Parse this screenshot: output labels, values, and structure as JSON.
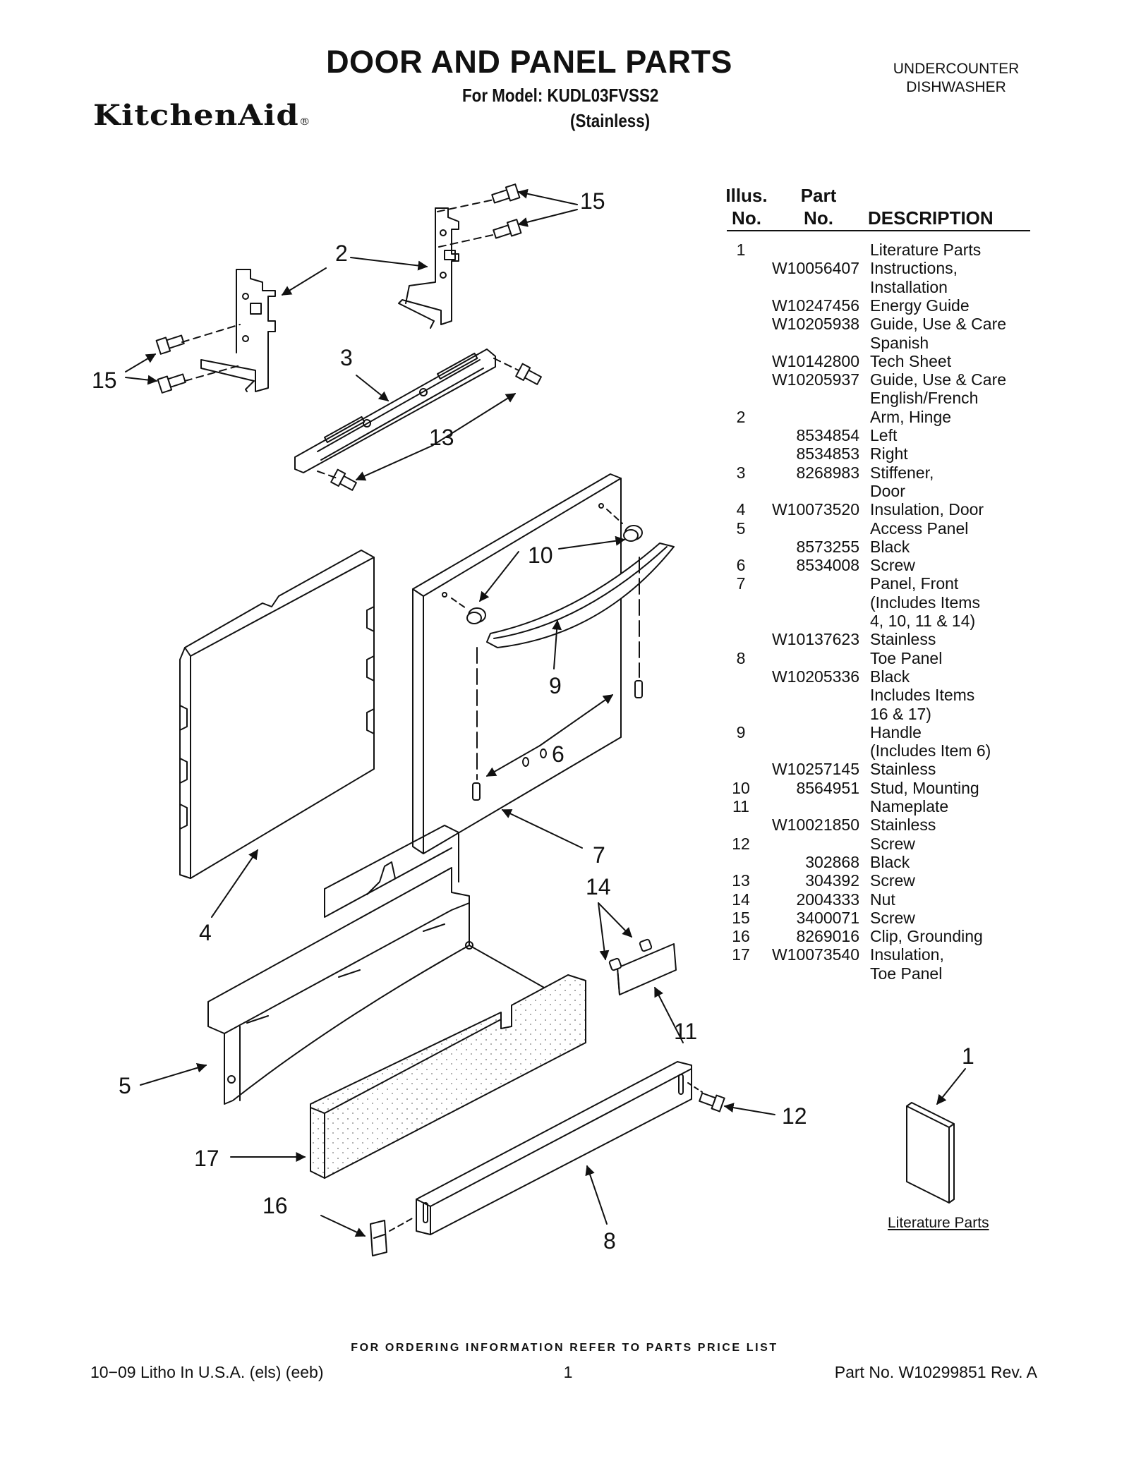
{
  "header": {
    "title": "DOOR AND PANEL PARTS",
    "model_line": "For Model: KUDL03FVSS2",
    "variant": "(Stainless)",
    "appliance_type_line1": "UNDERCOUNTER",
    "appliance_type_line2": "DISHWASHER",
    "brand": "KitchenAid",
    "brand_mark": "®"
  },
  "table": {
    "headers": {
      "illus_line1": "Illus.",
      "illus_line2": "No.",
      "part_line1": "Part",
      "part_line2": "No.",
      "description": "DESCRIPTION"
    },
    "rows": [
      {
        "illus": "1",
        "part": "",
        "desc": "Literature Parts"
      },
      {
        "illus": "",
        "part": "W10056407",
        "desc": "Instructions,"
      },
      {
        "illus": "",
        "part": "",
        "desc": "Installation"
      },
      {
        "illus": "",
        "part": "W10247456",
        "desc": "Energy Guide"
      },
      {
        "illus": "",
        "part": "W10205938",
        "desc": "Guide, Use & Care"
      },
      {
        "illus": "",
        "part": "",
        "desc": "Spanish"
      },
      {
        "illus": "",
        "part": "W10142800",
        "desc": "Tech Sheet"
      },
      {
        "illus": "",
        "part": "W10205937",
        "desc": "Guide, Use & Care"
      },
      {
        "illus": "",
        "part": "",
        "desc": "English/French"
      },
      {
        "illus": "2",
        "part": "",
        "desc": "Arm, Hinge"
      },
      {
        "illus": "",
        "part": "8534854",
        "desc": "Left"
      },
      {
        "illus": "",
        "part": "8534853",
        "desc": "Right"
      },
      {
        "illus": "3",
        "part": "8268983",
        "desc": "Stiffener,"
      },
      {
        "illus": "",
        "part": "",
        "desc": "Door"
      },
      {
        "illus": "4",
        "part": "W10073520",
        "desc": "Insulation, Door"
      },
      {
        "illus": "5",
        "part": "",
        "desc": "Access Panel"
      },
      {
        "illus": "",
        "part": "8573255",
        "desc": "Black"
      },
      {
        "illus": "6",
        "part": "8534008",
        "desc": "Screw"
      },
      {
        "illus": "7",
        "part": "",
        "desc": "Panel, Front"
      },
      {
        "illus": "",
        "part": "",
        "desc": "(Includes Items"
      },
      {
        "illus": "",
        "part": "",
        "desc": "4, 10, 11 & 14)"
      },
      {
        "illus": "",
        "part": "W10137623",
        "desc": "Stainless"
      },
      {
        "illus": "8",
        "part": "",
        "desc": "Toe Panel"
      },
      {
        "illus": "",
        "part": "W10205336",
        "desc": "Black"
      },
      {
        "illus": "",
        "part": "",
        "desc": "Includes Items"
      },
      {
        "illus": "",
        "part": "",
        "desc": "16 & 17)"
      },
      {
        "illus": "9",
        "part": "",
        "desc": "Handle"
      },
      {
        "illus": "",
        "part": "",
        "desc": "(Includes Item 6)"
      },
      {
        "illus": "",
        "part": "W10257145",
        "desc": "Stainless"
      },
      {
        "illus": "10",
        "part": "8564951",
        "desc": "Stud, Mounting"
      },
      {
        "illus": "11",
        "part": "",
        "desc": "Nameplate"
      },
      {
        "illus": "",
        "part": "W10021850",
        "desc": "Stainless"
      },
      {
        "illus": "12",
        "part": "",
        "desc": "Screw"
      },
      {
        "illus": "",
        "part": "302868",
        "desc": "Black"
      },
      {
        "illus": "13",
        "part": "304392",
        "desc": "Screw"
      },
      {
        "illus": "14",
        "part": "2004333",
        "desc": "Nut"
      },
      {
        "illus": "15",
        "part": "3400071",
        "desc": "Screw"
      },
      {
        "illus": "16",
        "part": "8269016",
        "desc": "Clip, Grounding"
      },
      {
        "illus": "17",
        "part": "W10073540",
        "desc": "Insulation,"
      },
      {
        "illus": "",
        "part": "",
        "desc": "Toe Panel"
      }
    ]
  },
  "diagram": {
    "callouts": {
      "c15a": "15",
      "c2": "2",
      "c15b": "15",
      "c3": "3",
      "c13": "13",
      "c10": "10",
      "c9": "9",
      "c6": "6",
      "c7": "7",
      "c4": "4",
      "c14": "14",
      "c11": "11",
      "c5": "5",
      "c1": "1",
      "c12": "12",
      "c17": "17",
      "c16": "16",
      "c8": "8"
    },
    "literature_label": "Literature Parts"
  },
  "footer": {
    "ordering_info": "FOR ORDERING INFORMATION REFER TO PARTS PRICE LIST",
    "print_info": "10−09 Litho In U.S.A. (els) (eeb)",
    "page_number": "1",
    "part_number": "Part No. W10299851 Rev. A"
  }
}
